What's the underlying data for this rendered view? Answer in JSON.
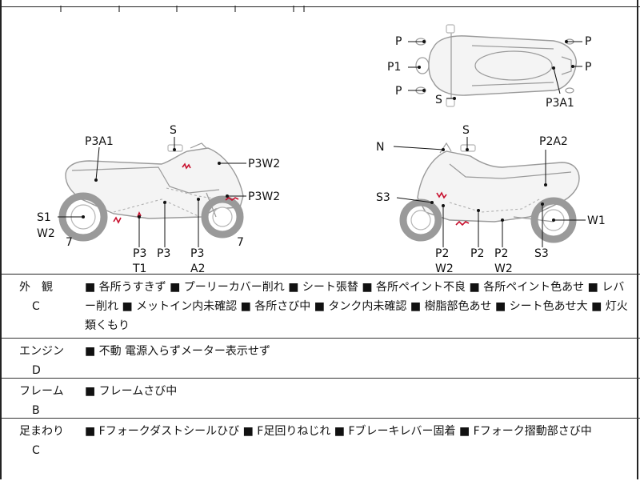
{
  "diagram": {
    "left_labels": {
      "top": "S",
      "body_upper": "P3A1",
      "front_upper": "P3W2",
      "front_lower": "P3W2",
      "rear_wheel": "S1",
      "rear_wheel_grade": "W2",
      "left_num": "7",
      "right_num": "7",
      "b1a": "P3",
      "b1b": "T1",
      "b2": "P3",
      "b3a": "P3",
      "b3b": "A2"
    },
    "right_labels": {
      "top": "S",
      "screen": "N",
      "body_upper": "P2A2",
      "front_fork": "S3",
      "rear_wheel": "W1",
      "b1a": "P2",
      "b1b": "W2",
      "b2": "P2",
      "b3a": "P2",
      "b3b": "W2",
      "b4": "S3"
    },
    "top_view_labels": {
      "mirror_l": "P",
      "headlight": "P1",
      "lever_l": "P",
      "bar_end": "S",
      "mirror_r": "P",
      "light_r": "P",
      "seat": "P3A1"
    },
    "damage_color": "#c8102e"
  },
  "rows": [
    {
      "category": "外　観",
      "grade": "C",
      "description": "■ 各所うすきず ■ プーリーカバー削れ ■ シート張替 ■ 各所ペイント不良 ■ 各所ペイント色あせ ■ レバー削れ ■ メットイン内未確認 ■ 各所さび中 ■ タンク内未確認 ■ 樹脂部色あせ ■ シート色あせ大 ■ 灯火類くもり"
    },
    {
      "category": "エンジン",
      "grade": "D",
      "description": "■ 不動 電源入らずメーター表示せず"
    },
    {
      "category": "フレーム",
      "grade": "B",
      "description": "■ フレームさび中"
    },
    {
      "category": "足まわり",
      "grade": "C",
      "description": "■ Fフォークダストシールひび ■ F足回りねじれ ■ Fブレーキレバー固着 ■ Fフォーク摺動部さび中"
    }
  ]
}
